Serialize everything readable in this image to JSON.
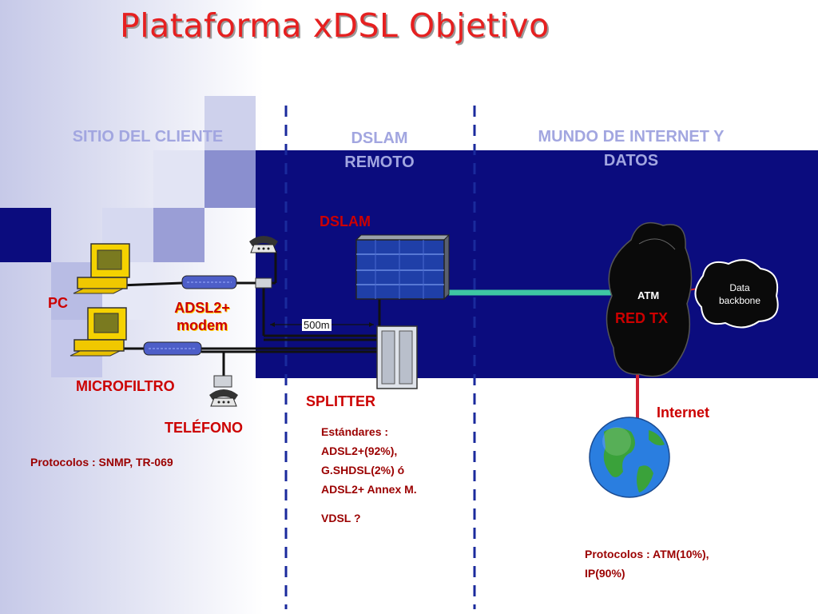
{
  "title": "Plataforma xDSL Objetivo",
  "headers": {
    "cliente": "SITIO DEL CLIENTE",
    "dslam_line1": "DSLAM",
    "dslam_line2": "REMOTO",
    "internet_line1": "MUNDO DE INTERNET Y",
    "internet_line2": "DATOS"
  },
  "labels": {
    "pc": "PC",
    "adsl_line1": "ADSL2+",
    "adsl_line2": "modem",
    "microfiltro": "MICROFILTRO",
    "telefono": "TELÉFONO",
    "dslam": "DSLAM",
    "splitter": "SPLITTER",
    "distance": "500m",
    "atm": "ATM",
    "red_tx": "RED TX",
    "data_line1": "Data",
    "data_line2": "backbone",
    "internet": "Internet"
  },
  "notes": {
    "protocolos_cliente": "Protocolos : SNMP, TR-069",
    "estandares_1": "Estándares :",
    "estandares_2": "ADSL2+(92%),",
    "estandares_3": "G.SHDSL(2%) ó",
    "estandares_4": "ADSL2+ Annex M.",
    "vdsl": "VDSL ?",
    "protocolos_internet_1": "Protocolos : ATM(10%),",
    "protocolos_internet_2": "IP(90%)"
  },
  "colors": {
    "band": "#0b0c7e",
    "title": "#e62020",
    "label": "#cc0000",
    "header": "#a2a6e0",
    "divider": "#1a2a9c",
    "fiber": "#3ec7a3"
  }
}
